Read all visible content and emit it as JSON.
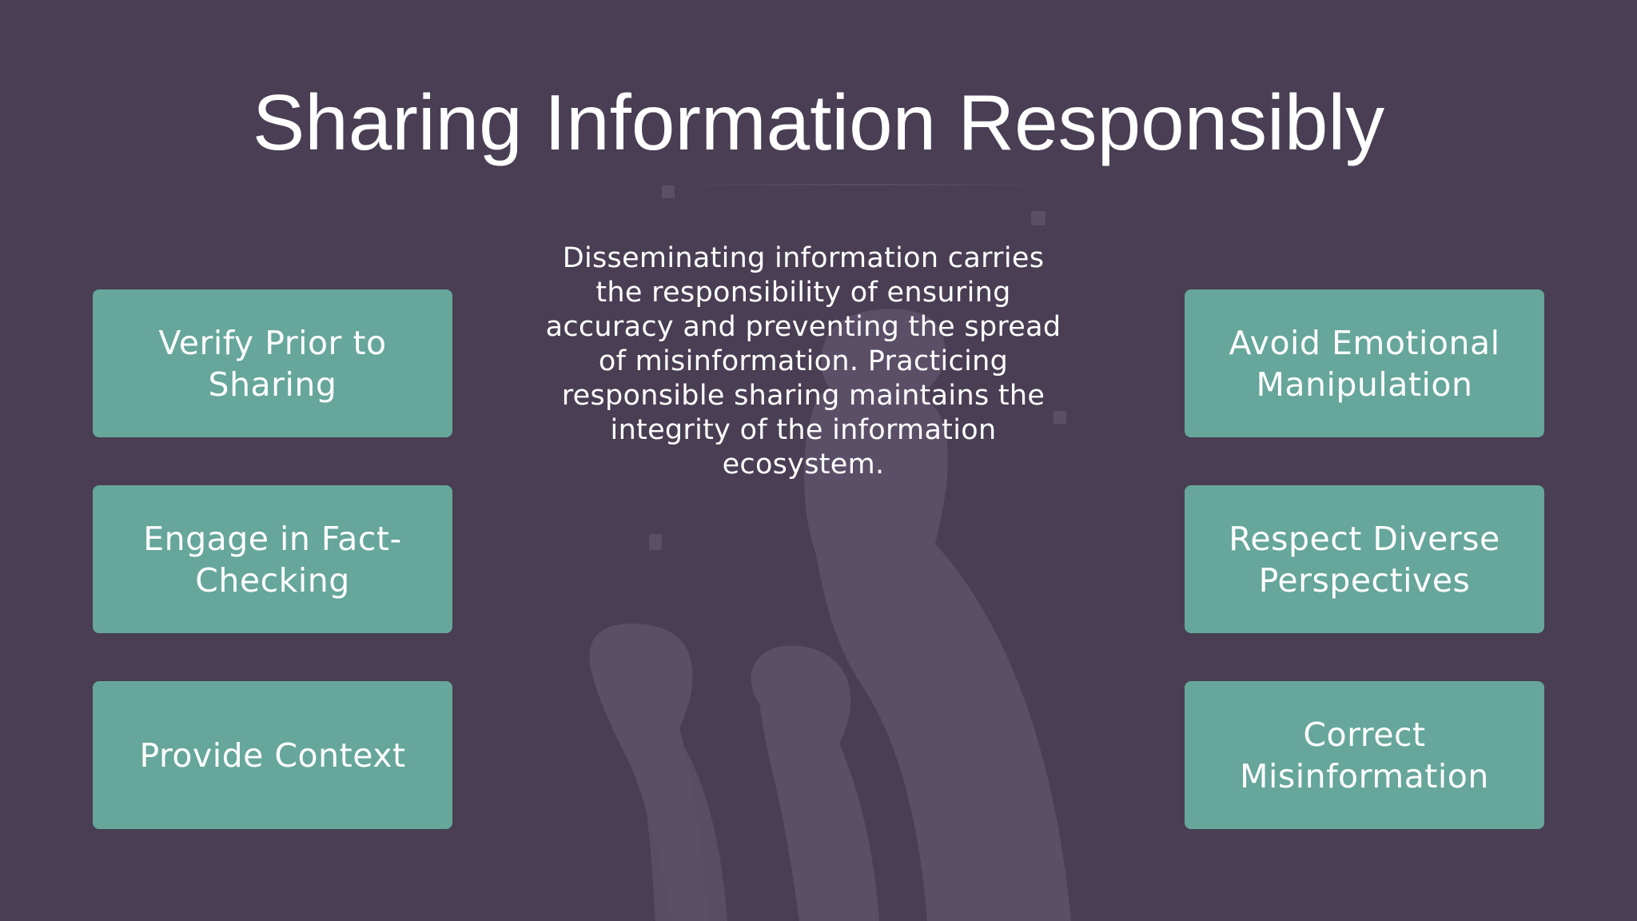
{
  "slide": {
    "title": "Sharing Information Responsibly",
    "body": "Disseminating information carries the responsibility of ensuring accuracy and preventing the spread of misinformation. Practicing responsible sharing maintains the integrity of the information ecosystem.",
    "left_cards": [
      {
        "label": "Verify Prior to Sharing"
      },
      {
        "label": "Engage in Fact-Checking"
      },
      {
        "label": "Provide Context"
      }
    ],
    "right_cards": [
      {
        "label": "Avoid Emotional Manipulation"
      },
      {
        "label": "Respect Diverse Perspectives"
      },
      {
        "label": "Correct Misinformation"
      }
    ]
  },
  "colors": {
    "background": "#493e53",
    "card": "#66a69b",
    "text": "#ffffff",
    "silhouette": "#5b4f67"
  },
  "icons": {
    "background_art": "raised-fists-illustration"
  }
}
